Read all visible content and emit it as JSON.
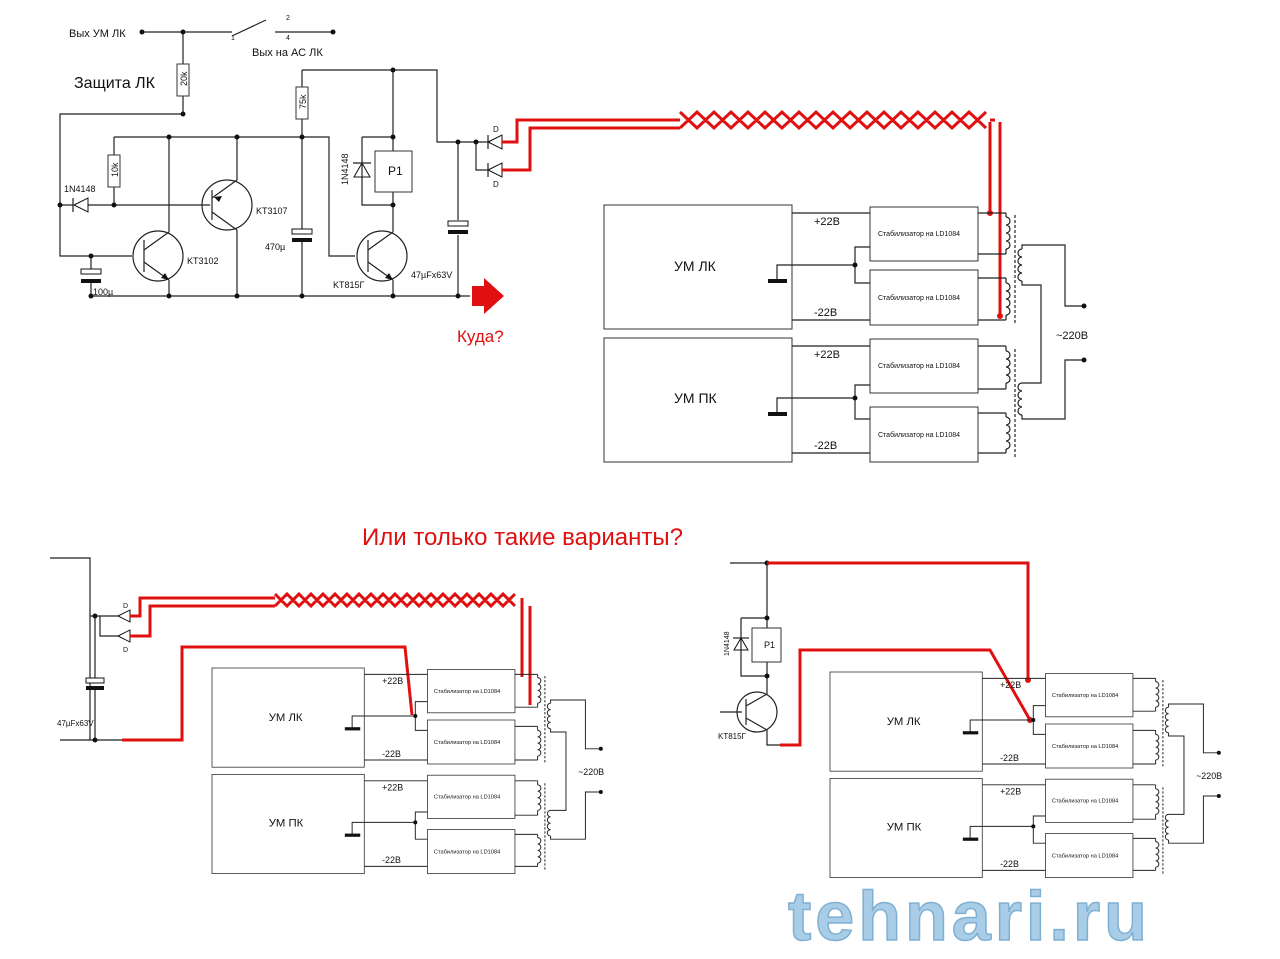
{
  "top_circuit": {
    "out_amp_label": "Вых УМ ЛК",
    "out_speaker_label": "Вых на АС ЛК",
    "protection_label": "Защита ЛК",
    "switch_pins": [
      "1",
      "2",
      "4"
    ],
    "r_20k": "20k",
    "r_10k": "10k",
    "r_75k": "75k",
    "diode_1": "1N4148",
    "diode_2": "1N4148",
    "q1": "KT3107",
    "q2": "KT3102",
    "q3": "KT815Г",
    "c_100": "100µ",
    "c_470": "470µ",
    "c_47": "47µFx63V",
    "relay": "P1",
    "diode_d": "D",
    "question": "Куда?"
  },
  "psu_block": {
    "amp_left": "УМ ЛК",
    "amp_right": "УМ ПК",
    "plus_rail": "+22В",
    "minus_rail": "-22В",
    "stabilizer": "Стабилизатор на LD1084",
    "mains": "~220В"
  },
  "subtitle": "Или только такие варианты?",
  "bottom_left": {
    "c_47": "47µFx63V",
    "diode_d": "D"
  },
  "bottom_right": {
    "relay": "P1",
    "diode": "1N4148",
    "transistor": "KT815Г"
  },
  "watermark": "tehnari.ru",
  "colors": {
    "wire": "#222222",
    "highlight_wire": "#e01010",
    "watermark": "#a9cde6"
  }
}
